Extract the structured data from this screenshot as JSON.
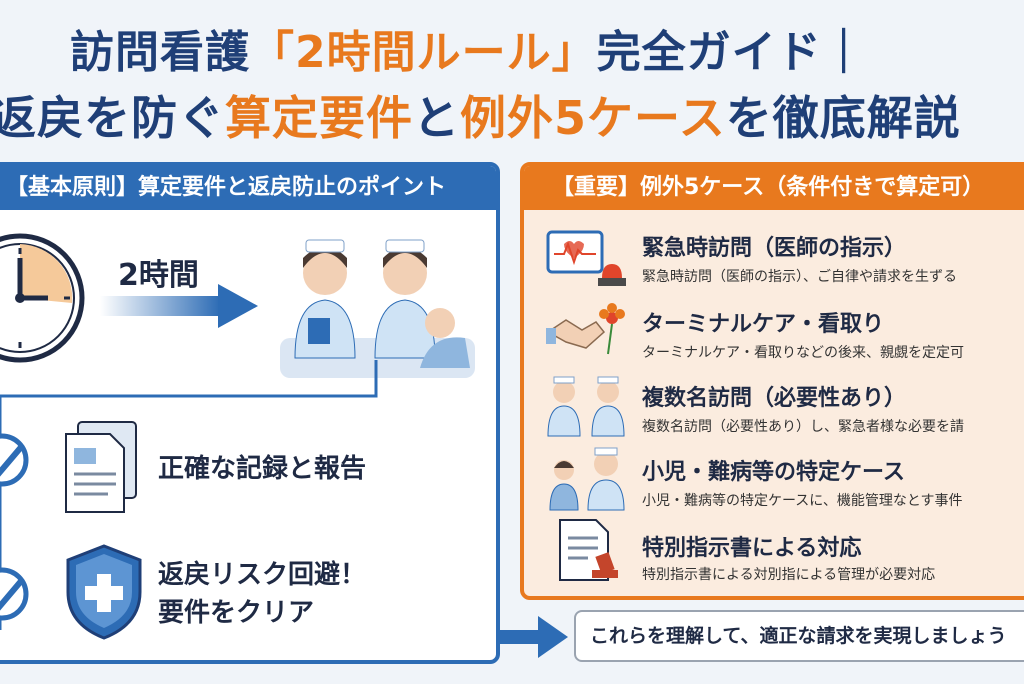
{
  "title": {
    "line1_a": "訪問看護",
    "line1_b": "「2時間ルール」",
    "line1_c": "完全ガイド｜",
    "line2_a": "返戻を防ぐ",
    "line2_b": "算定要件",
    "line2_c": "と",
    "line2_d": "例外5ケース",
    "line2_e": "を徹底解説"
  },
  "left_panel": {
    "header": "【基本原則】算定要件と返戻防止のポイント",
    "timer_label": "2時間",
    "points": [
      {
        "icon": "document-icon",
        "text": "正確な記録と報告"
      },
      {
        "icon": "shield-plus-icon",
        "text_line1": "返戻リスク回避！",
        "text_line2": "要件をクリア"
      }
    ]
  },
  "right_panel": {
    "header": "【重要】例外5ケース（条件付きで算定可）",
    "cases": [
      {
        "icon": "emergency-monitor-icon",
        "title": "緊急時訪問（医師の指示）",
        "desc": "緊急時訪問（医師の指示）、ご自律や請求を生ずる"
      },
      {
        "icon": "handshake-flower-icon",
        "title": "ターミナルケア・看取り",
        "desc": "ターミナルケア・看取りなどの後来、親覷を定定可"
      },
      {
        "icon": "two-nurses-icon",
        "title": "複数名訪問（必要性あり）",
        "desc": "複数名訪問（必要性あり）し、緊急者様な必要を請"
      },
      {
        "icon": "child-nurse-icon",
        "title": "小児・難病等の特定ケース",
        "desc": "小児・難病等の特定ケースに、機能管理なとす事件"
      },
      {
        "icon": "special-order-icon",
        "title": "特別指示書による対応",
        "desc": "特別指示書による対別指による管理が必要対応"
      }
    ]
  },
  "conclusion": "これらを理解して、適正な請求を実現しましょう",
  "colors": {
    "navy": "#1f3f77",
    "orange": "#e8791e",
    "blue": "#2d6cb5",
    "peach": "#fbecdf"
  }
}
